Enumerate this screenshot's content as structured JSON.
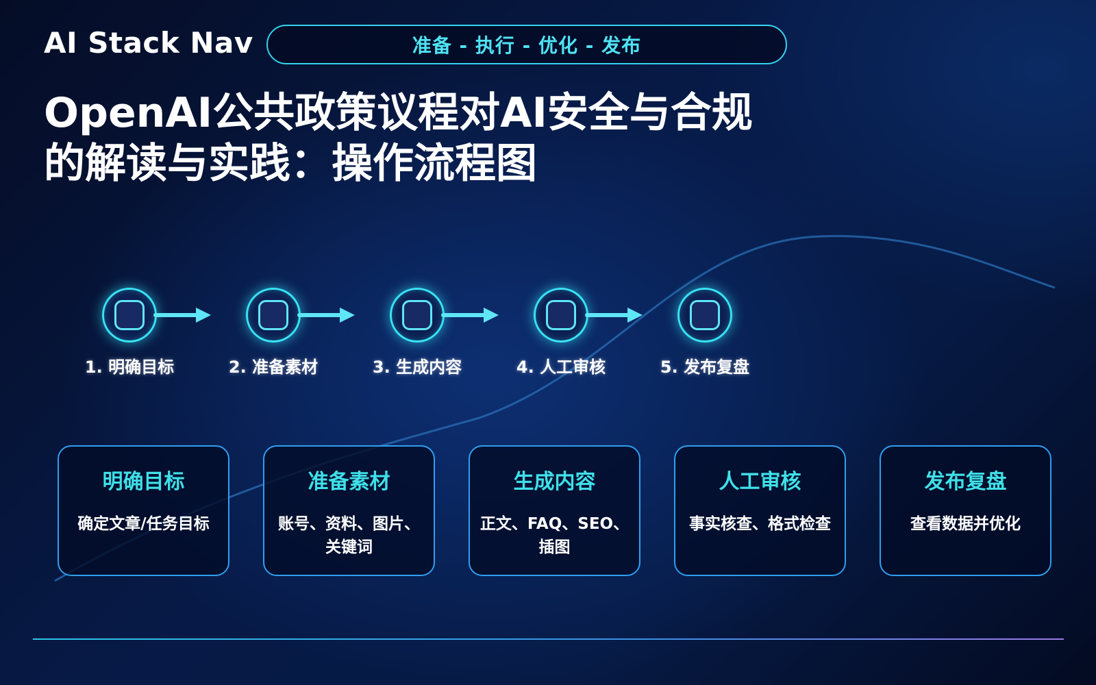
{
  "header": {
    "brand": "AI Stack Nav",
    "phases": "准备 - 执行 - 优化 - 发布"
  },
  "title": {
    "line1": "OpenAI公共政策议程对AI安全与合规",
    "line2": "的解读与实践：操作流程图"
  },
  "steps": [
    {
      "label": "1. 明确目标",
      "icon": "square-node-icon"
    },
    {
      "label": "2. 准备素材",
      "icon": "square-node-icon"
    },
    {
      "label": "3. 生成内容",
      "icon": "square-node-icon"
    },
    {
      "label": "4. 人工审核",
      "icon": "square-node-icon"
    },
    {
      "label": "5. 发布复盘",
      "icon": "square-node-icon"
    }
  ],
  "cards": [
    {
      "title": "明确目标",
      "desc": "确定文章/任务目标"
    },
    {
      "title": "准备素材",
      "desc": "账号、资料、图片、关键词"
    },
    {
      "title": "生成内容",
      "desc": "正文、FAQ、SEO、插图"
    },
    {
      "title": "人工审核",
      "desc": "事实核查、格式检查"
    },
    {
      "title": "发布复盘",
      "desc": "查看数据并优化"
    }
  ],
  "colors": {
    "accent": "#38e2f5",
    "card_border": "#2f9ff0",
    "card_title": "#3fe0e8",
    "background": "#071a47"
  }
}
